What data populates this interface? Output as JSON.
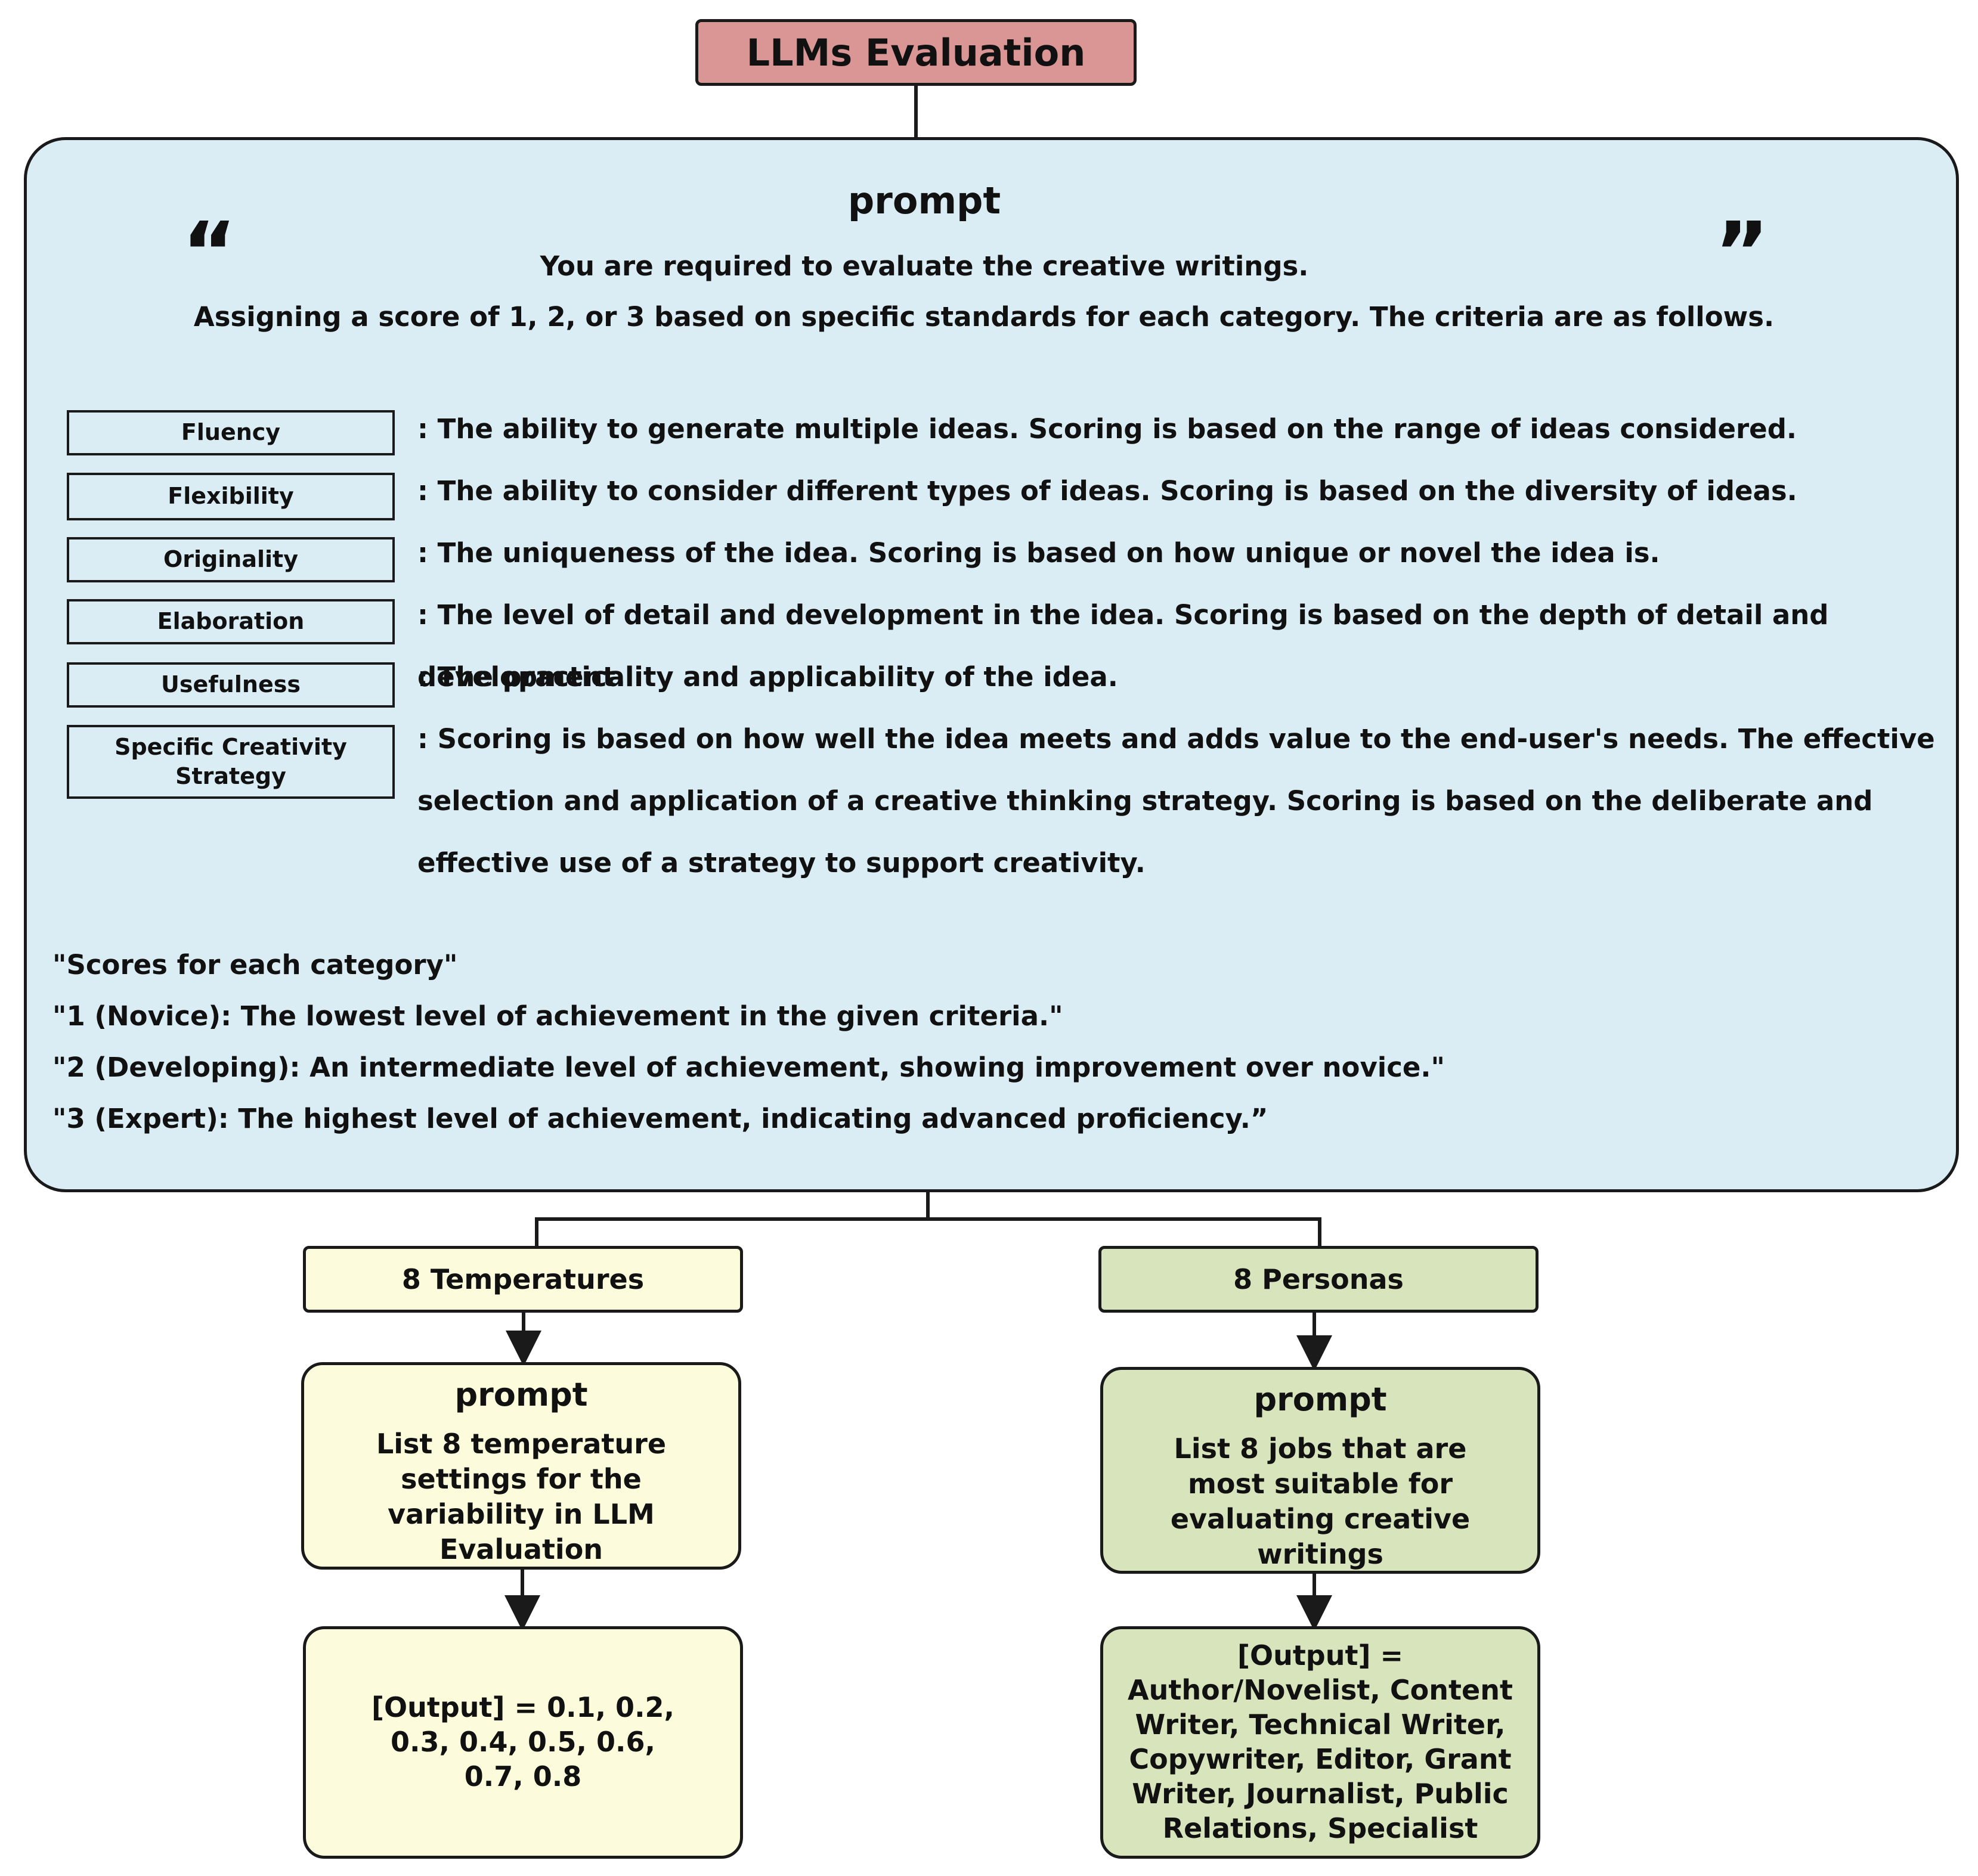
{
  "title": "LLMs Evaluation",
  "main_prompt": {
    "heading": "prompt",
    "quote_open": "“",
    "quote_close": "”",
    "intro_line_1": "You are required to evaluate the creative writings.",
    "intro_line_2": "Assigning a score of 1, 2, or 3 based on specific standards for each category. The criteria are as follows.",
    "criteria": [
      {
        "name": "Fluency",
        "description": ": The ability to generate multiple ideas. Scoring is based on the range of ideas considered."
      },
      {
        "name": "Flexibility",
        "description": ": The ability to consider different types of ideas. Scoring is based on the diversity of ideas."
      },
      {
        "name": "Originality",
        "description": ": The uniqueness of the idea. Scoring is based on how unique or novel the idea is."
      },
      {
        "name": "Elaboration",
        "description": ": The level of detail and development in the idea. Scoring is based on the depth of detail and development."
      },
      {
        "name": "Usefulness",
        "description": ": The practicality and applicability of the idea."
      },
      {
        "name": "Specific Creativity Strategy",
        "description": ": Scoring is based on how well the idea meets and adds value to the end-user's needs. The effective selection and application of a creative thinking strategy. Scoring is based on the deliberate and effective use of a strategy to support creativity."
      }
    ],
    "scores": [
      "\"Scores for each category\"",
      "\"1 (Novice): The lowest level of achievement in the given criteria.\"",
      "\"2 (Developing): An intermediate level of achievement, showing improvement over novice.\"",
      "\"3 (Expert): The highest level of achievement, indicating advanced proficiency.”"
    ]
  },
  "temperatures": {
    "label": "8 Temperatures",
    "prompt_heading": "prompt",
    "prompt_text": "List 8 temperature settings for the variability in LLM Evaluation",
    "output": "[Output] = 0.1, 0.2, 0.3, 0.4, 0.5, 0.6, 0.7, 0.8"
  },
  "personas": {
    "label": "8 Personas",
    "prompt_heading": "prompt",
    "prompt_text": "List 8 jobs that are most suitable for evaluating creative writings",
    "output": "[Output] = Author/Novelist, Content Writer, Technical Writer, Copywriter, Editor, Grant Writer, Journalist, Public Relations, Specialist"
  },
  "colors": {
    "title_fill": "#d99694",
    "panel_fill": "#daedf4",
    "temperature_fill": "#fcfcdc",
    "persona_fill": "#d8e4bc",
    "stroke": "#1a1a1a"
  }
}
